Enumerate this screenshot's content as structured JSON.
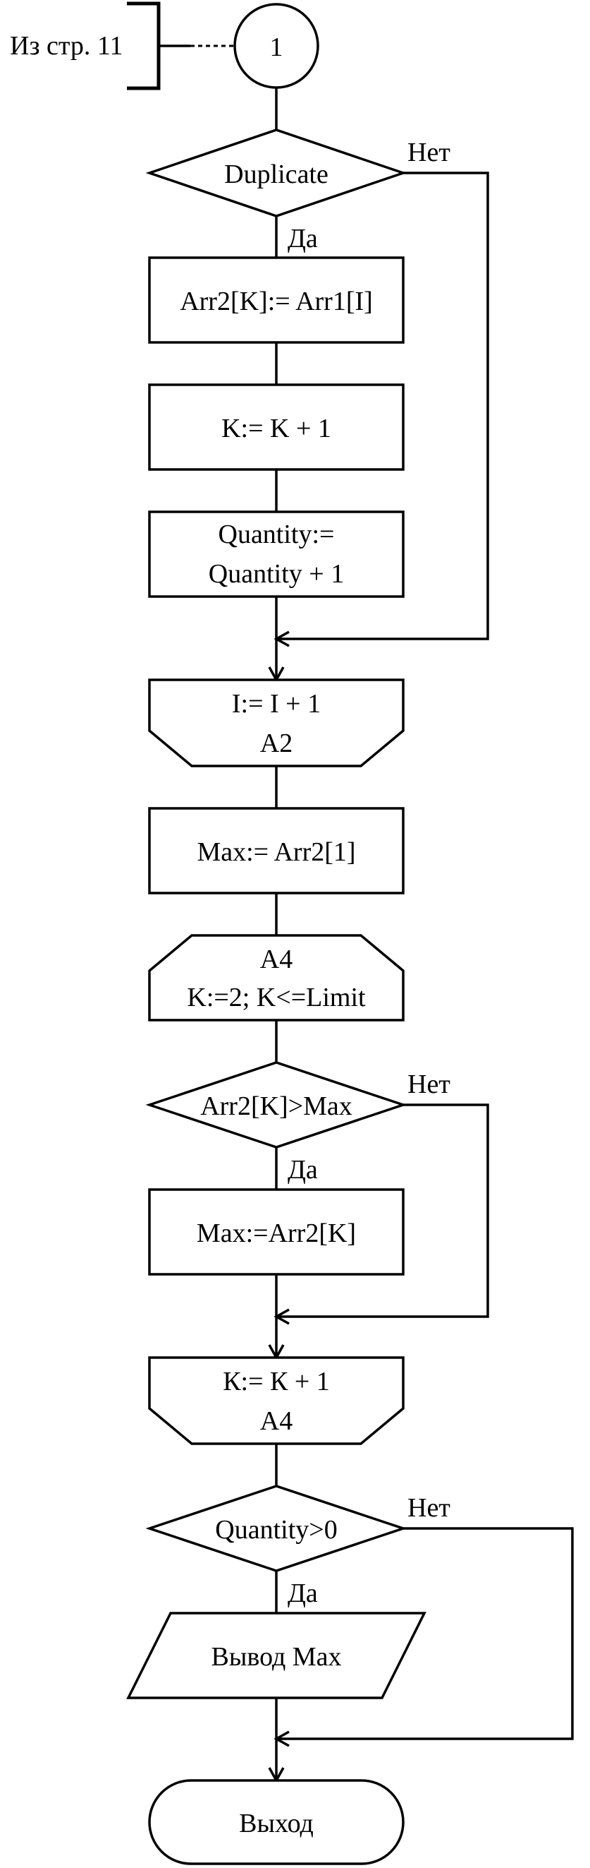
{
  "connector": {
    "reference": "Из стр. 11",
    "number": "1"
  },
  "blocks": {
    "duplicate_decision": "Duplicate",
    "assign_arr2": "Arr2[K]:= Arr1[I]",
    "increment_k": "K:= K + 1",
    "quantity_line1": "Quantity:=",
    "quantity_line2": "Quantity + 1",
    "loop_a2_end_line1": "I:= I + 1",
    "loop_a2_end_line2": "A2",
    "max_init": "Max:= Arr2[1]",
    "loop_a4_start_line1": "A4",
    "loop_a4_start_line2": "K:=2; K<=Limit",
    "compare_decision": "Arr2[K]>Max",
    "max_assign": "Max:=Arr2[K]",
    "loop_a4_end_line1": "К:= К + 1",
    "loop_a4_end_line2": "A4",
    "quantity_decision": "Quantity>0",
    "output_max": "Вывод Max",
    "exit": "Выход"
  },
  "labels": {
    "yes": "Да",
    "no": "Нет"
  }
}
